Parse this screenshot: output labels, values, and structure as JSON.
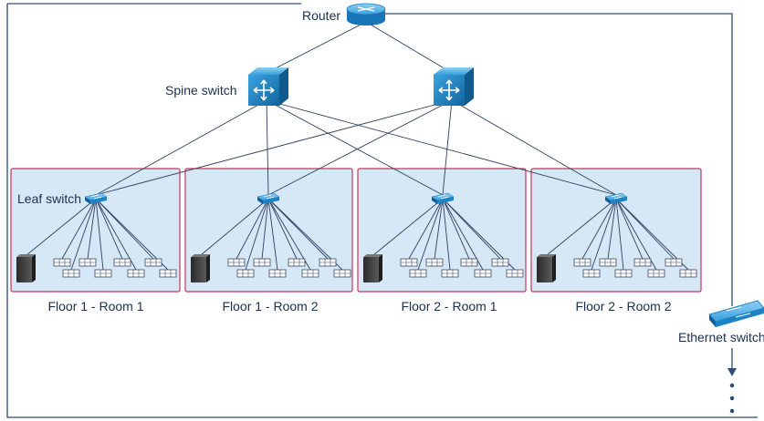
{
  "labels": {
    "router": "Router",
    "spine_switch": "Spine switch",
    "leaf_switch": "Leaf switch",
    "ethernet_switch": "Ethernet switch"
  },
  "rooms": [
    {
      "label": "Floor 1 - Room 1"
    },
    {
      "label": "Floor 1 - Room 2"
    },
    {
      "label": "Floor 2 - Room 1"
    },
    {
      "label": "Floor 2 - Room 2"
    }
  ],
  "colors": {
    "room_fill": "#d6e7f6",
    "room_border": "#c8335e",
    "device_blue": "#1d83c4",
    "link_line": "#2f3f5f",
    "frame_line": "#2e4a7a"
  },
  "icons": {
    "router": "router-icon",
    "spine": "spine-switch-icon",
    "leaf": "leaf-switch-icon",
    "server": "server-tower-icon",
    "workstation": "workstation-icon",
    "ethernet": "ethernet-switch-icon"
  }
}
